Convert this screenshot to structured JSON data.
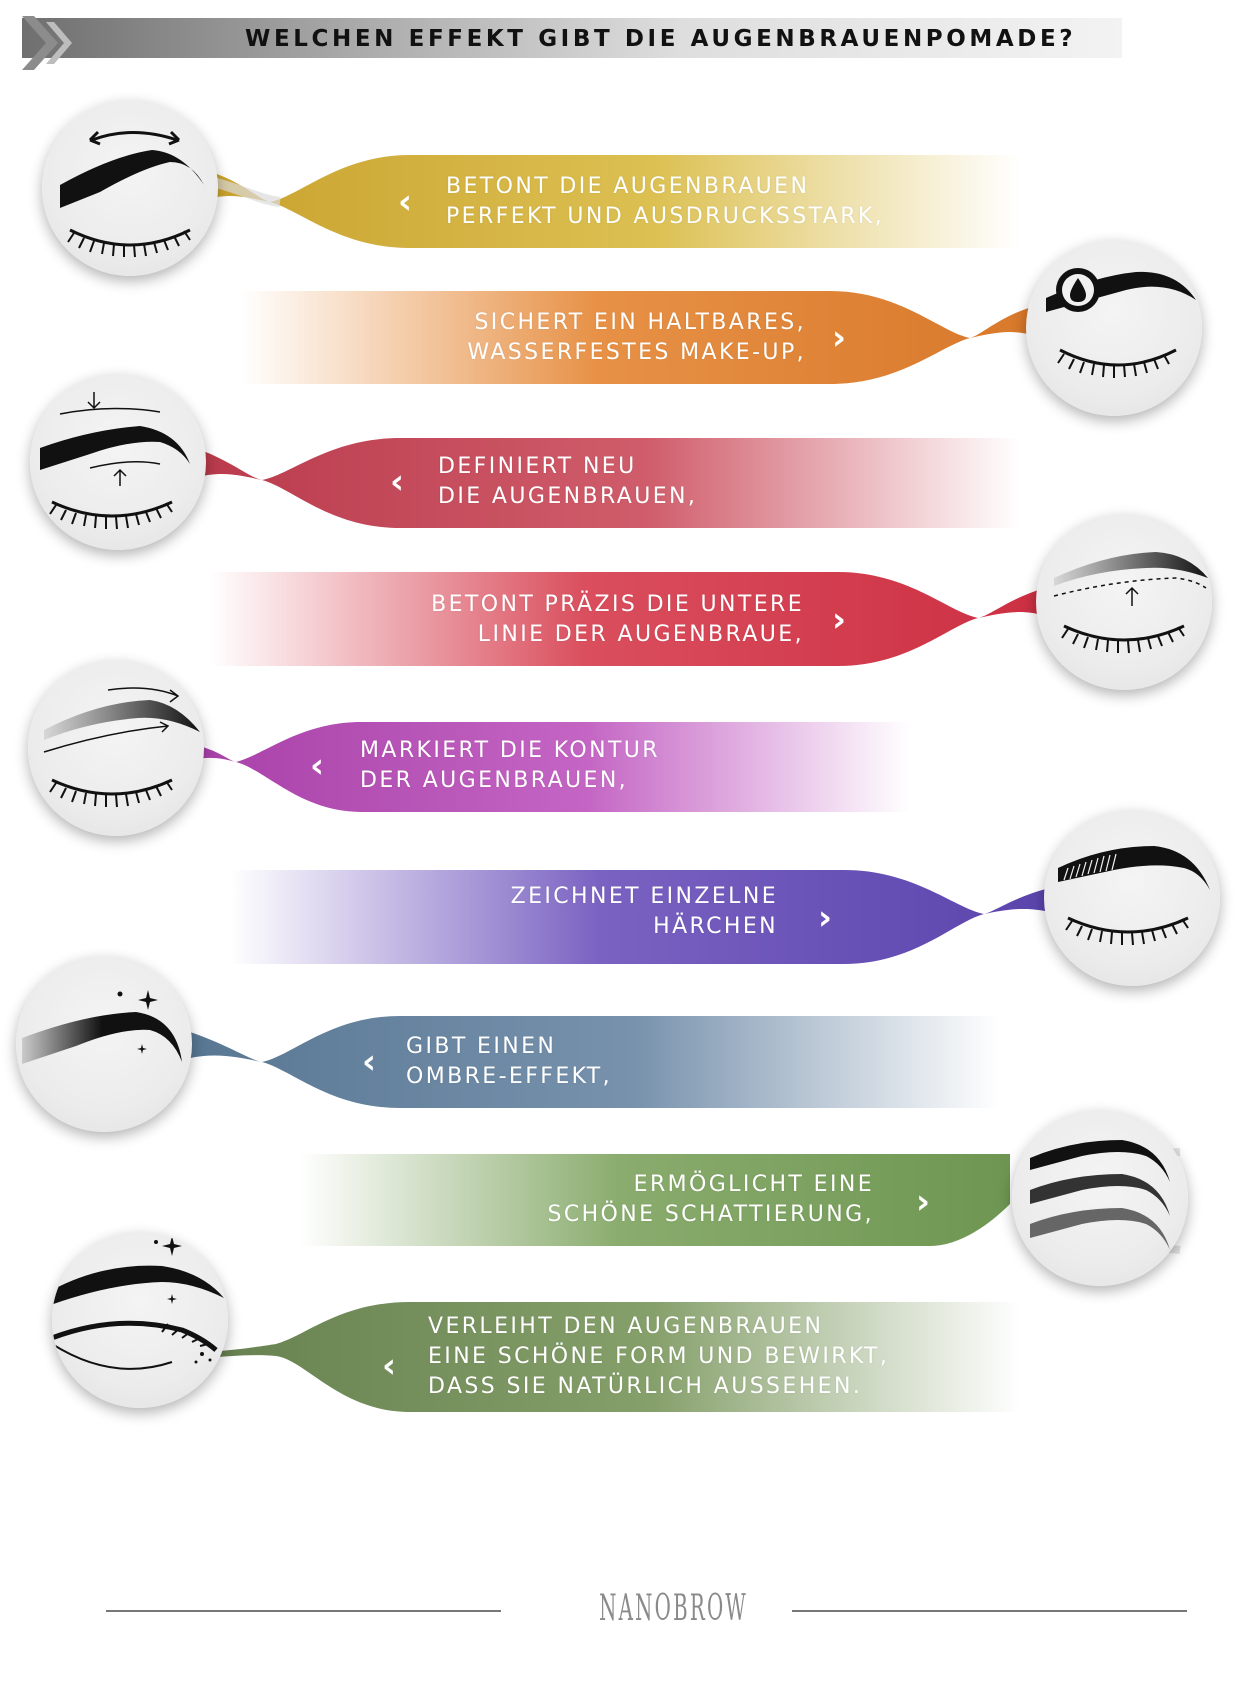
{
  "header": {
    "title": "WELCHEN EFFEKT GIBT DIE AUGENBRAUENPOMADE?"
  },
  "effects": [
    {
      "lines": [
        "BETONT DIE AUGENBRAUEN",
        "PERFEKT UND AUSDRUCKSSTARK,"
      ],
      "color": "#d8b437",
      "side": "left",
      "icon": "arched-brow-arrow-icon"
    },
    {
      "lines": [
        "SICHERT EIN HALTBARES,",
        "WASSERFESTES MAKE-UP,"
      ],
      "color": "#e0862f",
      "side": "right",
      "icon": "waterproof-drop-brow-icon"
    },
    {
      "lines": [
        "DEFINIERT NEU",
        "DIE AUGENBRAUEN,"
      ],
      "color": "#c94859",
      "side": "left",
      "icon": "brow-define-arrows-icon"
    },
    {
      "lines": [
        "BETONT PRÄZIS DIE UNTERE",
        "LINIE DER AUGENBRAUE,"
      ],
      "color": "#d43a4b",
      "side": "right",
      "icon": "brow-lower-line-icon"
    },
    {
      "lines": [
        "MARKIERT DIE KONTUR",
        "DER AUGENBRAUEN,"
      ],
      "color": "#b54fb5",
      "side": "left",
      "icon": "brow-contour-arrows-icon"
    },
    {
      "lines": [
        "ZEICHNET EINZELNE",
        "HÄRCHEN"
      ],
      "color": "#6a52b4",
      "side": "right",
      "icon": "brow-hair-strokes-icon"
    },
    {
      "lines": [
        "GIBT EINEN",
        "OMBRE-EFFEKT,"
      ],
      "color": "#62809d",
      "side": "left",
      "icon": "ombre-brow-sparkle-icon"
    },
    {
      "lines": [
        "ERMÖGLICHT EINE",
        "SCHÖNE SCHATTIERUNG,"
      ],
      "color": "#7a9f5e",
      "side": "right",
      "icon": "shaded-brows-icon"
    },
    {
      "lines": [
        "VERLEIHT DEN AUGENBRAUEN",
        "EINE SCHÖNE FORM UND BEWIRKT,",
        "DASS SIE NATÜRLICH AUSSEHEN."
      ],
      "color": "#6f8a5f",
      "side": "left",
      "icon": "natural-eye-lashes-icon"
    }
  ],
  "footer": {
    "logo": "NANOBROW"
  }
}
